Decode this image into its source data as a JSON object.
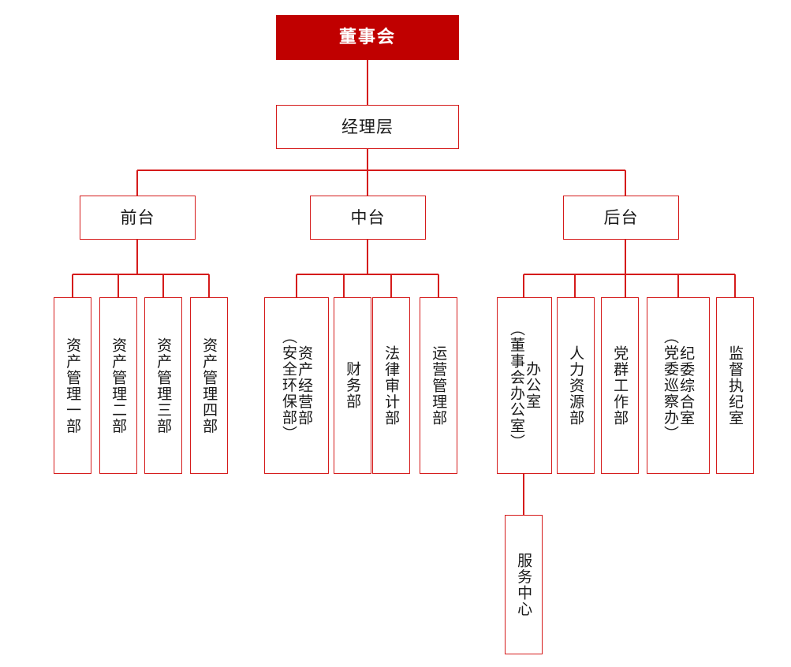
{
  "chart_data": {
    "type": "diagram",
    "diagram_kind": "organization-chart",
    "title": "",
    "orientation": "top-down",
    "colors": {
      "root_fill": "#C00000",
      "root_text": "#FFFFFF",
      "box_border": "#D51B1B",
      "box_fill": "#FFFFFF",
      "box_text": "#1A1A1A",
      "connector": "#D51B1B"
    },
    "levels": [
      {
        "level": 1,
        "nodes": [
          "董事会"
        ]
      },
      {
        "level": 2,
        "nodes": [
          "经理层"
        ]
      },
      {
        "level": 3,
        "nodes": [
          "前台",
          "中台",
          "后台"
        ]
      },
      {
        "level": 4,
        "nodes": [
          "资产管理一部",
          "资产管理二部",
          "资产管理三部",
          "资产管理四部",
          "资产经营部（安全环保部）",
          "财务部",
          "法律审计部",
          "运营管理部",
          "办公室（董事会办公室）",
          "人力资源部",
          "党群工作部",
          "纪委综合室（党委巡察办）",
          "监督执纪室"
        ]
      },
      {
        "level": 5,
        "nodes": [
          "服务中心"
        ]
      }
    ],
    "edges": [
      [
        "董事会",
        "经理层"
      ],
      [
        "经理层",
        "前台"
      ],
      [
        "经理层",
        "中台"
      ],
      [
        "经理层",
        "后台"
      ],
      [
        "前台",
        "资产管理一部"
      ],
      [
        "前台",
        "资产管理二部"
      ],
      [
        "前台",
        "资产管理三部"
      ],
      [
        "前台",
        "资产管理四部"
      ],
      [
        "中台",
        "资产经营部（安全环保部）"
      ],
      [
        "中台",
        "财务部"
      ],
      [
        "中台",
        "法律审计部"
      ],
      [
        "中台",
        "运营管理部"
      ],
      [
        "后台",
        "办公室（董事会办公室）"
      ],
      [
        "后台",
        "人力资源部"
      ],
      [
        "后台",
        "党群工作部"
      ],
      [
        "后台",
        "纪委综合室（党委巡察办）"
      ],
      [
        "后台",
        "监督执纪室"
      ],
      [
        "办公室（董事会办公室）",
        "服务中心"
      ]
    ]
  },
  "nodes": {
    "board": {
      "label": "董事会"
    },
    "management": {
      "label": "经理层"
    },
    "front_office": {
      "label": "前台"
    },
    "middle_office": {
      "label": "中台"
    },
    "back_office": {
      "label": "后台"
    },
    "front_children": [
      {
        "label": "资产管理一部"
      },
      {
        "label": "资产管理二部"
      },
      {
        "label": "资产管理三部"
      },
      {
        "label": "资产管理四部"
      }
    ],
    "middle_children": [
      {
        "label": "资产经营部",
        "secondary": "（安全环保部）"
      },
      {
        "label": "财务部",
        "secondary": ""
      },
      {
        "label": "法律审计部",
        "secondary": ""
      },
      {
        "label": "运营管理部",
        "secondary": ""
      }
    ],
    "back_children": [
      {
        "label": "办公室",
        "secondary": "（董事会办公室）"
      },
      {
        "label": "人力资源部",
        "secondary": ""
      },
      {
        "label": "党群工作部",
        "secondary": ""
      },
      {
        "label": "纪委综合室",
        "secondary": "（党委巡察办）"
      },
      {
        "label": "监督执纪室",
        "secondary": ""
      }
    ],
    "service_center": {
      "label": "服务中心"
    }
  }
}
